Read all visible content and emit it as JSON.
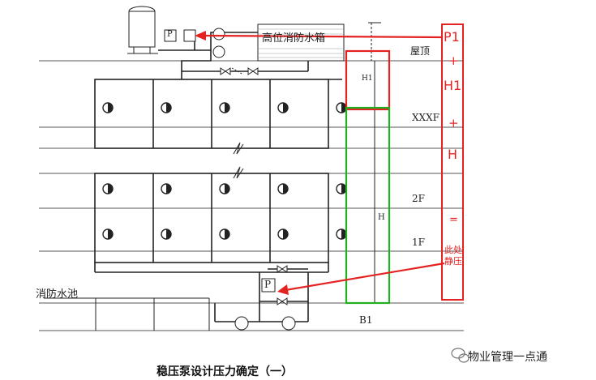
{
  "labels": {
    "roof": "屋顶",
    "floor_top": "XXXF",
    "floor_2": "2F",
    "floor_1": "1F",
    "basement": "B1",
    "pool": "消防水池",
    "tank": "高位消防水箱",
    "h_dim": "H",
    "h1_dim": "H1",
    "p_gauge": "P"
  },
  "formula": {
    "p1": "P1",
    "plus1": "+",
    "h1": "H1",
    "plus2": "+",
    "h": "H",
    "eq": "=",
    "note": "此处静压"
  },
  "caption": "稳压泵设计压力确定（一）",
  "brand": "物业管理一点通",
  "colors": {
    "red": "#e52222",
    "green": "#22b022",
    "line": "#222222"
  }
}
